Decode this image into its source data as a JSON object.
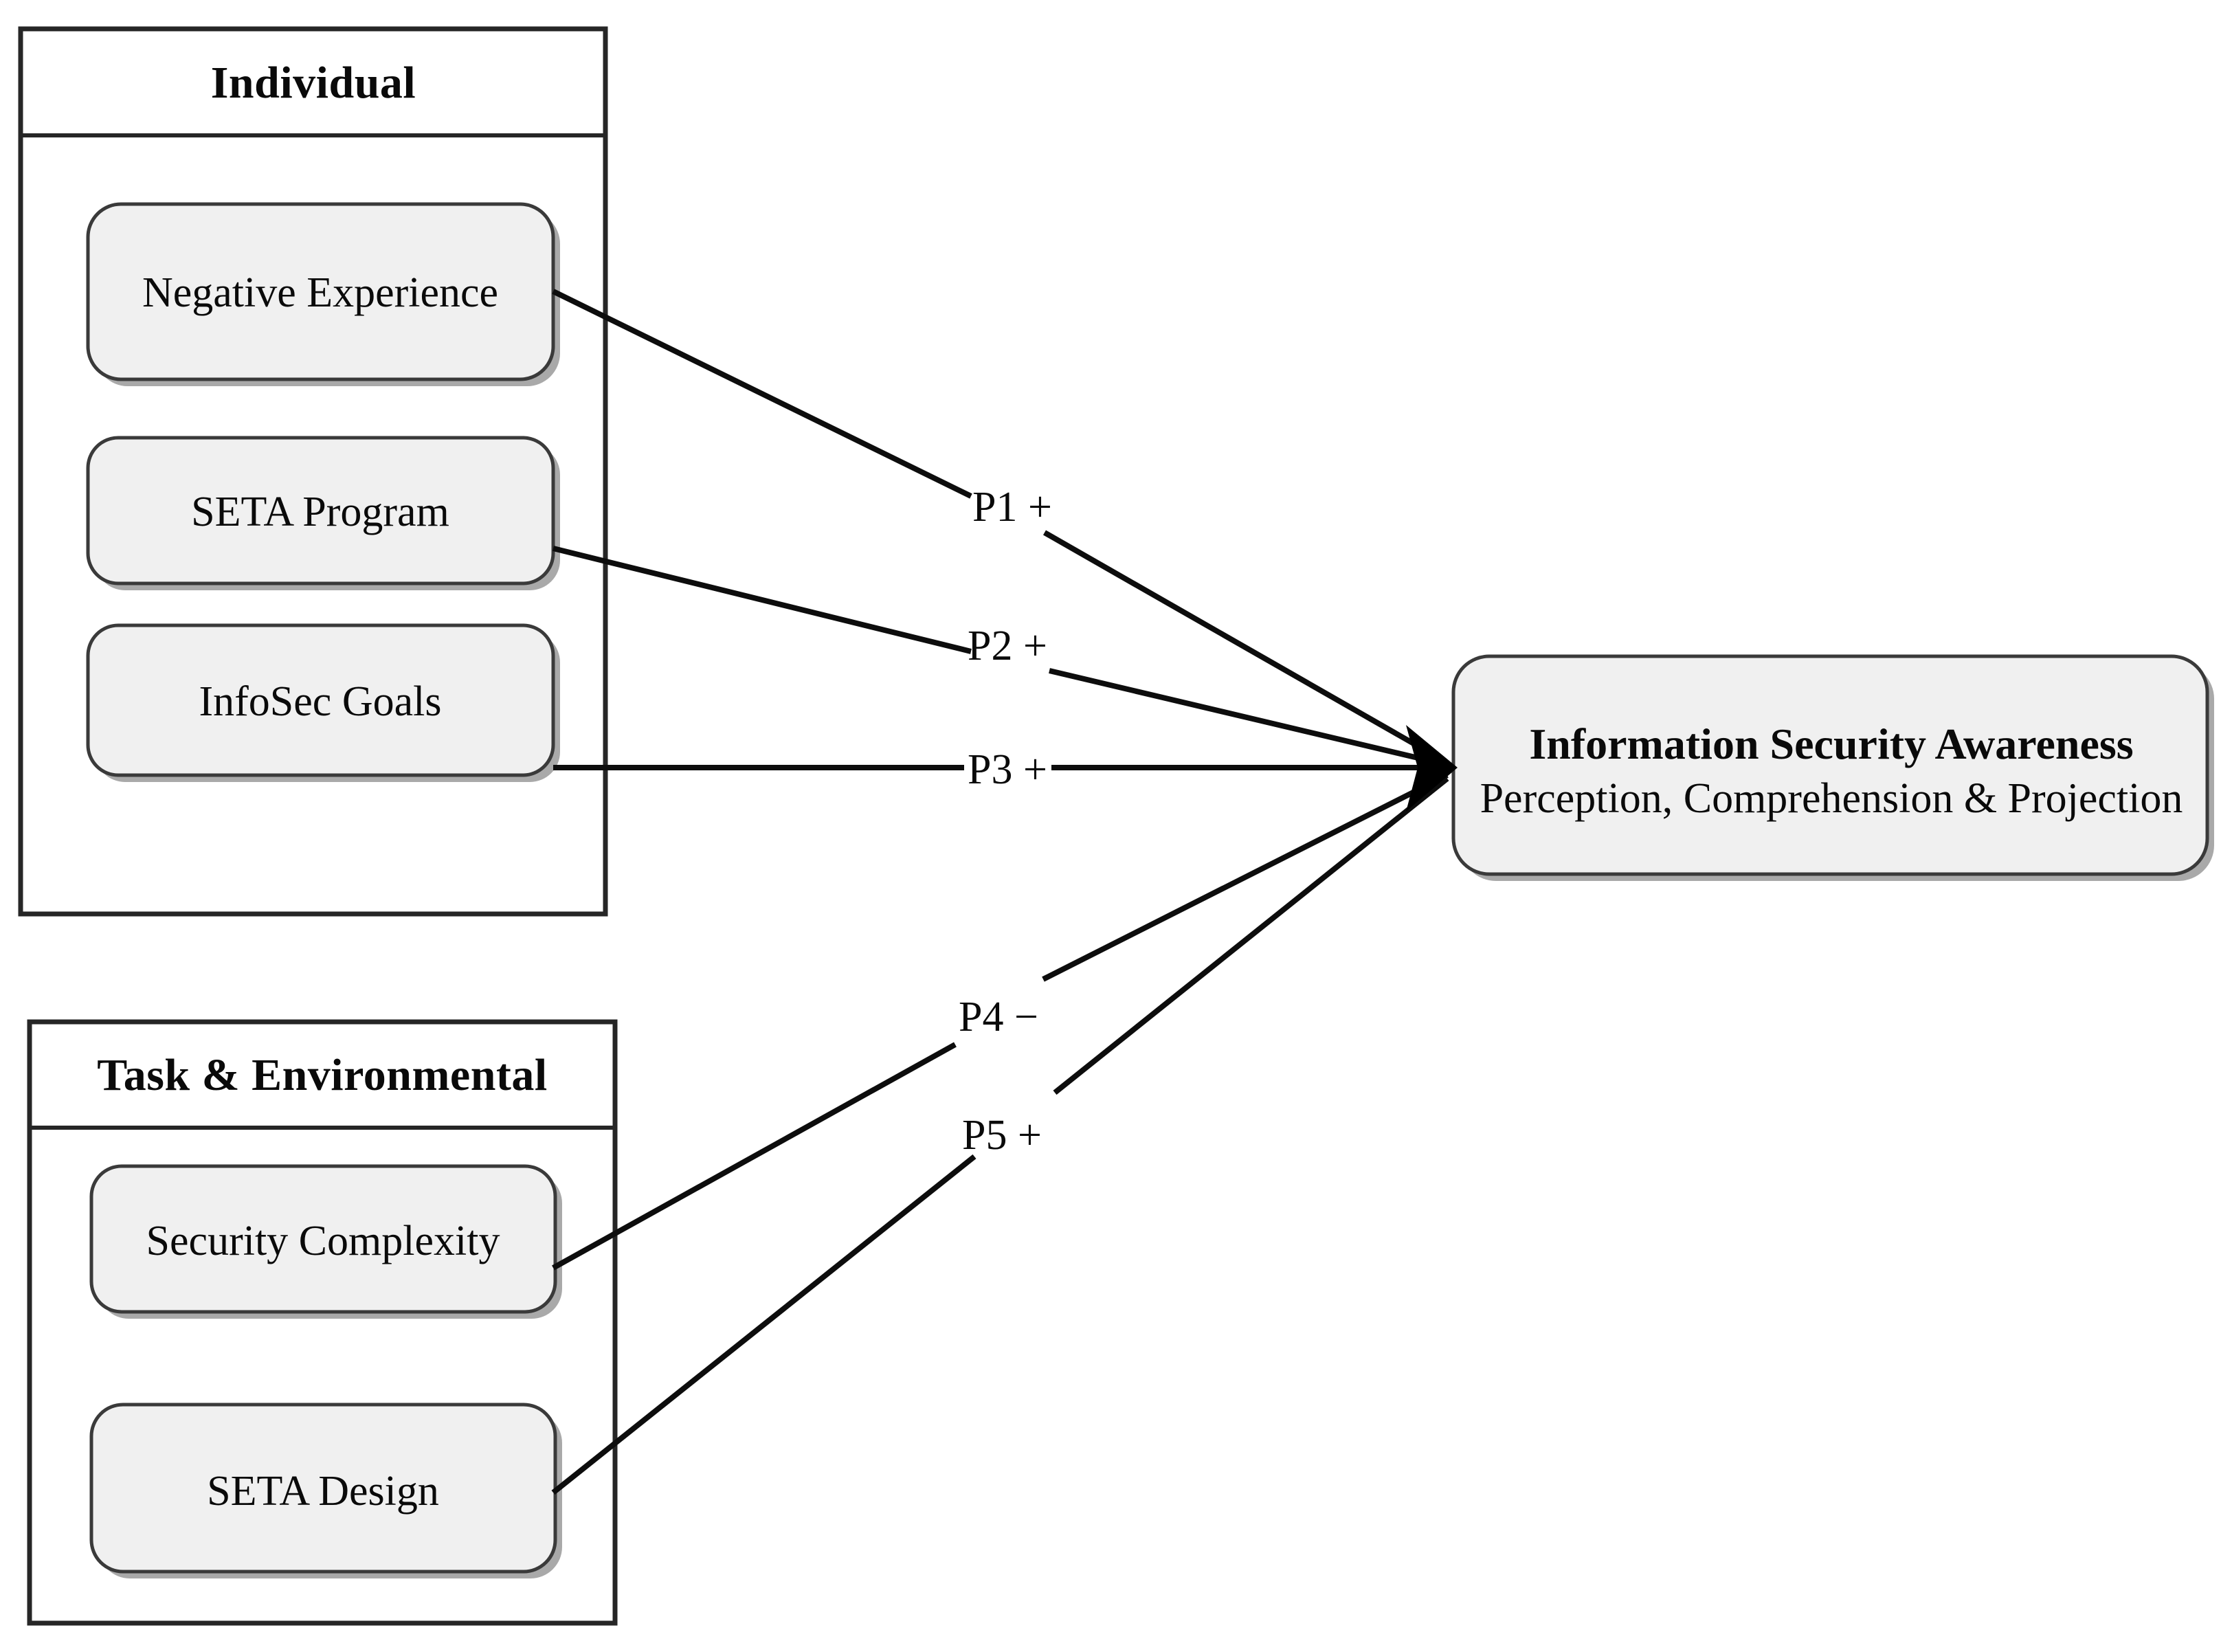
{
  "figure": {
    "type": "conceptual-model-diagram",
    "background": "#ffffff",
    "line_color": "#0d0d0d",
    "node_fill": "#f0f0f0",
    "node_stroke": "#3a3a3a"
  },
  "panels": [
    {
      "id": "individual",
      "title": "Individual",
      "nodes": [
        {
          "id": "negative-experience",
          "label": "Negative Experience"
        },
        {
          "id": "seta-program",
          "label": "SETA Program"
        },
        {
          "id": "infosec-goals",
          "label": "InfoSec Goals"
        }
      ]
    },
    {
      "id": "task-environmental",
      "title": "Task & Environmental",
      "nodes": [
        {
          "id": "security-complexity",
          "label": "Security Complexity"
        },
        {
          "id": "seta-design",
          "label": "SETA Design"
        }
      ]
    }
  ],
  "target": {
    "id": "information-security-awareness",
    "title": "Information Security Awareness",
    "subtitle": "Perception, Comprehension & Projection"
  },
  "propositions": [
    {
      "id": "P1",
      "label": "P1 +",
      "from": "negative-experience",
      "to": "information-security-awareness",
      "sign": "+"
    },
    {
      "id": "P2",
      "label": "P2 +",
      "from": "seta-program",
      "to": "information-security-awareness",
      "sign": "+"
    },
    {
      "id": "P3",
      "label": "P3 +",
      "from": "infosec-goals",
      "to": "information-security-awareness",
      "sign": "+"
    },
    {
      "id": "P4",
      "label": "P4 −",
      "from": "security-complexity",
      "to": "information-security-awareness",
      "sign": "−"
    },
    {
      "id": "P5",
      "label": "P5 +",
      "from": "seta-design",
      "to": "information-security-awareness",
      "sign": "+"
    }
  ]
}
